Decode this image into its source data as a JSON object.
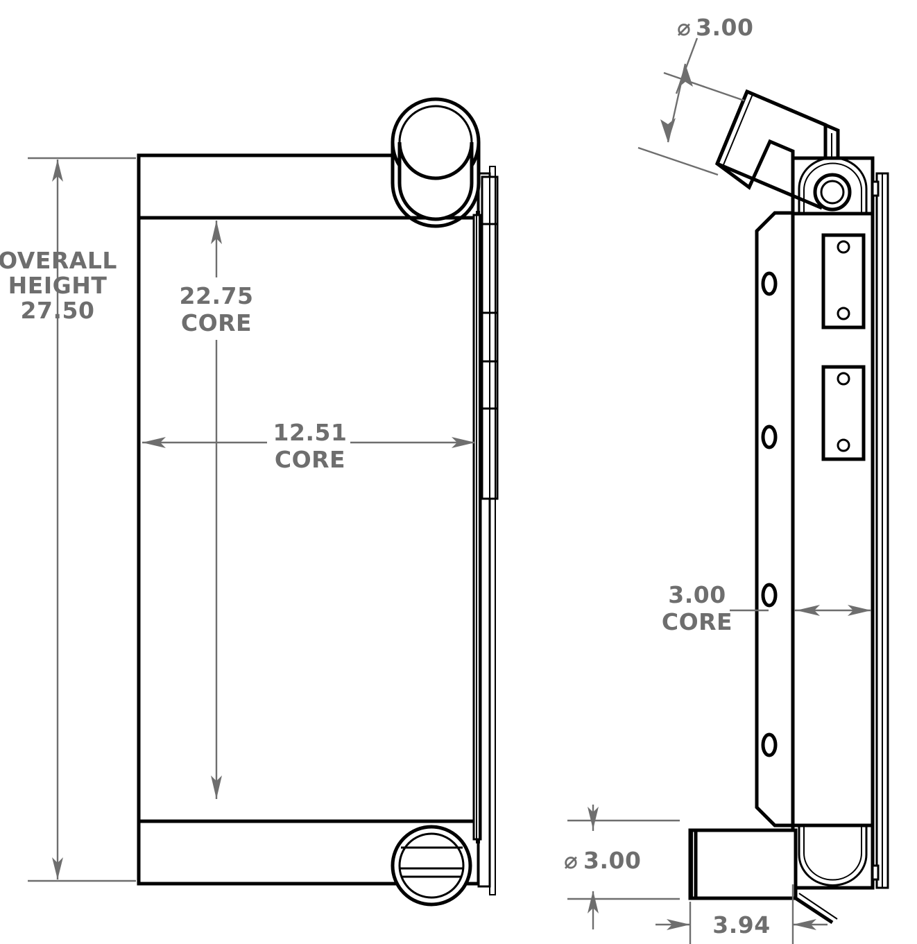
{
  "drawing": {
    "type": "engineering-dimensioned-drawing",
    "subject": "charge air cooler / intercooler",
    "views": [
      {
        "name": "front-view",
        "position": "left"
      },
      {
        "name": "side-view",
        "position": "right"
      }
    ],
    "line_color": "#000000",
    "dimension_color": "#6e6e6e",
    "background_color": "#ffffff"
  },
  "dimensions": {
    "overall_height": {
      "label_line_1": "OVERALL",
      "label_line_2": "HEIGHT",
      "value": "27.50",
      "view": "front-view",
      "orientation": "vertical"
    },
    "core_height": {
      "value": "22.75",
      "label": "CORE",
      "view": "front-view",
      "orientation": "vertical"
    },
    "core_width": {
      "value": "12.51",
      "label": "CORE",
      "view": "front-view",
      "orientation": "horizontal"
    },
    "core_depth": {
      "value": "3.00",
      "label": "CORE",
      "view": "side-view",
      "orientation": "horizontal"
    },
    "inlet_diameter": {
      "symbol": "⌀",
      "value": "3.00",
      "view": "side-view",
      "orientation": "angled",
      "location": "top inlet tube"
    },
    "outlet_diameter": {
      "symbol": "⌀",
      "value": "3.00",
      "view": "side-view",
      "orientation": "vertical",
      "location": "bottom outlet tube"
    },
    "outlet_length": {
      "value": "3.94",
      "view": "side-view",
      "orientation": "horizontal",
      "location": "bottom outlet tube projection"
    }
  }
}
